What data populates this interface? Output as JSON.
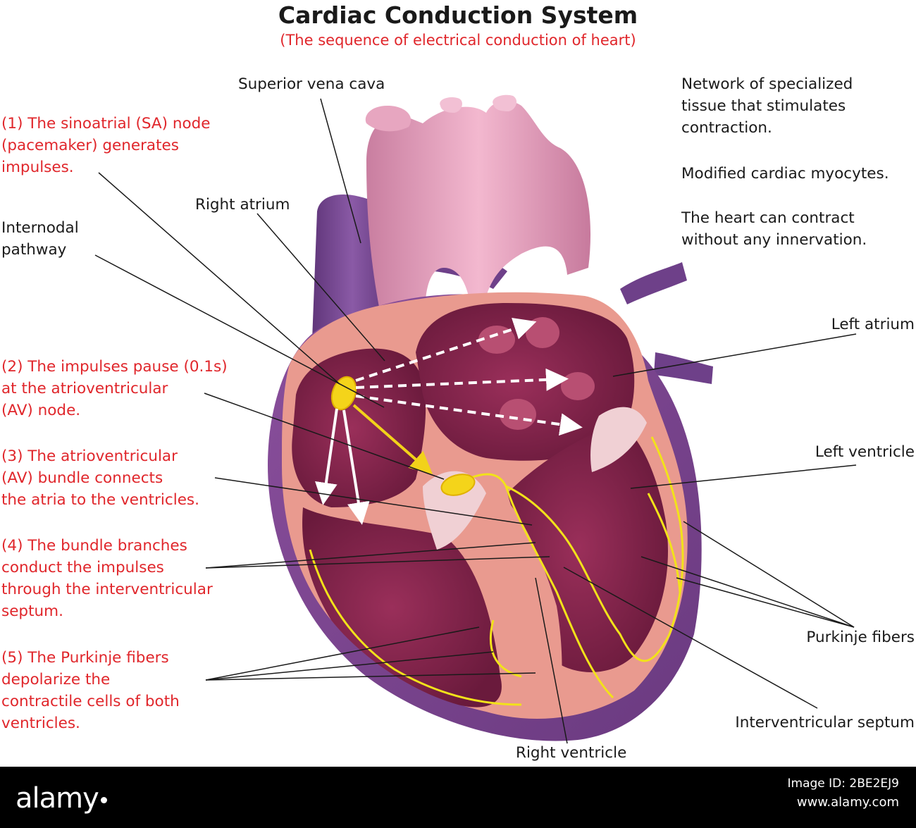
{
  "title": "Cardiac Conduction System",
  "subtitle": "(The sequence of electrical conduction of heart)",
  "steps": [
    {
      "lines": [
        "(1) The sinoatrial (SA) node",
        "(pacemaker) generates",
        "impulses."
      ]
    },
    {
      "lines": [
        "(2) The impulses pause (0.1s)",
        "at the atrioventricular",
        "(AV) node."
      ]
    },
    {
      "lines": [
        "(3) The atrioventricular",
        "(AV) bundle connects",
        "the atria to the ventricles."
      ]
    },
    {
      "lines": [
        "(4) The bundle branches",
        "conduct the impulses",
        "through the interventricular",
        "septum."
      ]
    },
    {
      "lines": [
        "(5) The Purkinje fibers",
        "depolarize the",
        "contractile cells of both",
        "ventricles."
      ]
    }
  ],
  "labels": {
    "internodal": [
      "Internodal",
      "pathway"
    ],
    "superior_vena_cava": "Superior vena cava",
    "right_atrium": "Right atrium",
    "left_atrium": "Left atrium",
    "left_ventricle": "Left ventricle",
    "purkinje_fibers": "Purkinje fibers",
    "interventricular_septum": "Interventricular septum",
    "right_ventricle": "Right ventricle"
  },
  "notes": [
    {
      "lines": [
        "Network of specialized",
        "tissue that stimulates",
        "contraction."
      ]
    },
    {
      "lines": [
        "Modified cardiac myocytes."
      ]
    },
    {
      "lines": [
        "The heart can contract",
        "without any innervation."
      ]
    }
  ],
  "footer": {
    "logo": "alamy",
    "image_id": "Image ID: 2BE2EJ9",
    "url": "www.alamy.com"
  },
  "colors": {
    "step_text": "#e0262b",
    "label_text": "#1a1a1a",
    "myocardium": "#7a1f45",
    "wall": "#e9988e",
    "vessel_purple": "#7b4a93",
    "vessel_pink": "#e9a2bd",
    "conduction": "#f2e21a"
  }
}
